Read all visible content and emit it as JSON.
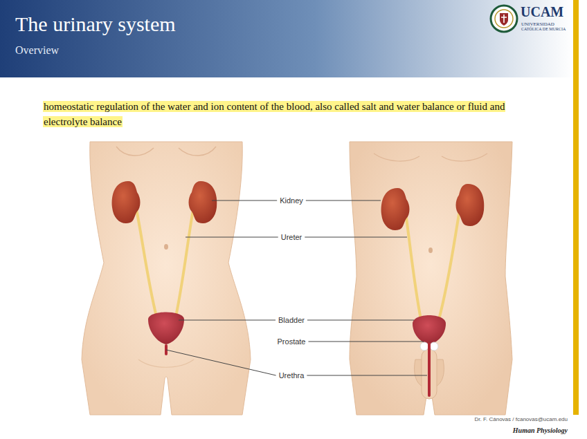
{
  "diagram": {
    "title": "The urinary system",
    "labels": [
      "Overview",
      "homeostatic regulation of the water and ion content of the blood, also called salt and water balance or fluid and electrolyte balance",
      "UCAM",
      "UNIVERSIDAD",
      "CATÓLICA DE MURCIA",
      "Kidney",
      "Ureter",
      "Bladder",
      "Prostate",
      "Urethra",
      "Dr. F. Cánovas / fcanovas@ucam.edu",
      "Human Physiology"
    ]
  }
}
